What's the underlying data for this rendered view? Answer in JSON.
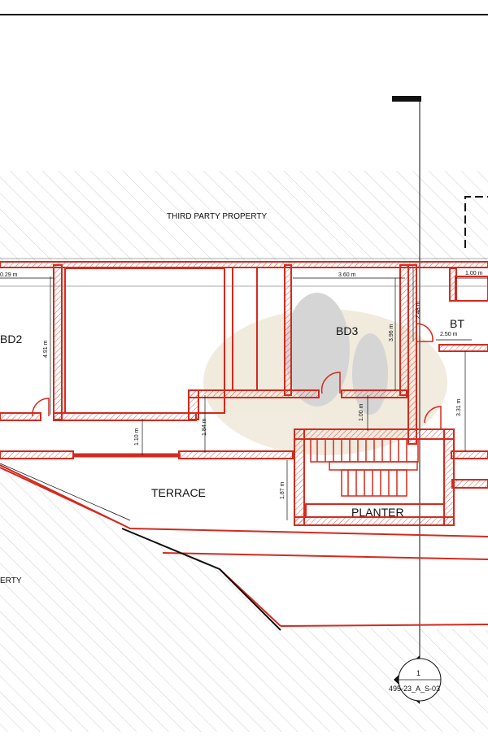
{
  "labels": {
    "third_party_property": "THIRD PARTY PROPERTY",
    "third_party_property_cut": "ERTY",
    "room_bd2": "BD2",
    "room_bd3": "BD3",
    "room_bt": "BT",
    "terrace": "TERRACE",
    "planter": "PLANTER"
  },
  "dimensions": {
    "d_0_29": "0.29 m",
    "d_3_60": "3.60 m",
    "d_1_00_top": "1.00 m",
    "d_4_91": "4.91 m",
    "d_3_96": "3.96 m",
    "d_2_48": "2.48 m",
    "d_2_50": "2.50 m",
    "d_3_31": "3.31 m",
    "d_1_84": "1.84 m",
    "d_1_10": "1.10 m",
    "d_1_00_mid": "1.00 m",
    "d_1_87": "1.87 m"
  },
  "section_marker": {
    "number": "1",
    "reference": "495-23_A_S-03"
  },
  "colors": {
    "wall_red": "#d42a1e",
    "hatch_gray": "#c9c9c9",
    "line_black": "#111111",
    "watermark": "#c8b48a"
  }
}
